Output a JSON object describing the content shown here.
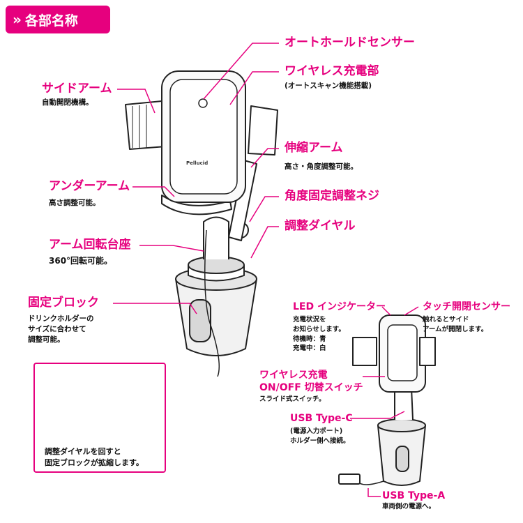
{
  "header": {
    "title": "各部名称",
    "chevron": "»"
  },
  "labels": {
    "auto_hold_sensor": "オートホールドセンサー",
    "wireless_charging": "ワイヤレス充電部",
    "wireless_charging_note": "(オートスキャン機能搭載)",
    "side_arm": "サイドアーム",
    "side_arm_note": "自動開閉機構。",
    "telescopic_arm": "伸縮アーム",
    "telescopic_arm_note": "高さ・角度調整可能。",
    "under_arm": "アンダーアーム",
    "under_arm_note": "高さ調整可能。",
    "angle_screw": "角度固定調整ネジ",
    "dial": "調整ダイヤル",
    "arm_base": "アーム回転台座",
    "arm_base_note": "360°回転可能。",
    "fixed_block": "固定ブロック",
    "fixed_block_note": [
      "ドリンクホルダーの",
      "サイズに合わせて",
      "調整可能。"
    ],
    "led": "LED インジケーター",
    "led_note": [
      "充電状況を",
      "お知らせします。",
      "待機時：青",
      "充電中：白"
    ],
    "touch_sensor": "タッチ開閉センサー",
    "touch_sensor_note": [
      "触れるとサイド",
      "アームが開閉します。"
    ],
    "wireless_switch": [
      "ワイヤレス充電",
      "ON/OFF 切替スイッチ"
    ],
    "wireless_switch_note": "スライド式スイッチ。",
    "usb_c": "USB Type-C",
    "usb_c_note": [
      "(電源入力ポート)",
      "ホルダー側へ接続。"
    ],
    "usb_a": "USB Type-A",
    "usb_a_note": "車両側の電源へ。",
    "inset_note": [
      "調整ダイヤルを回すと",
      "固定ブロックが拡縮します。"
    ],
    "phone_brand": "Pellucid"
  },
  "colors": {
    "accent": "#e6007e",
    "line": "#222222",
    "fill": "#f2f2f2"
  }
}
